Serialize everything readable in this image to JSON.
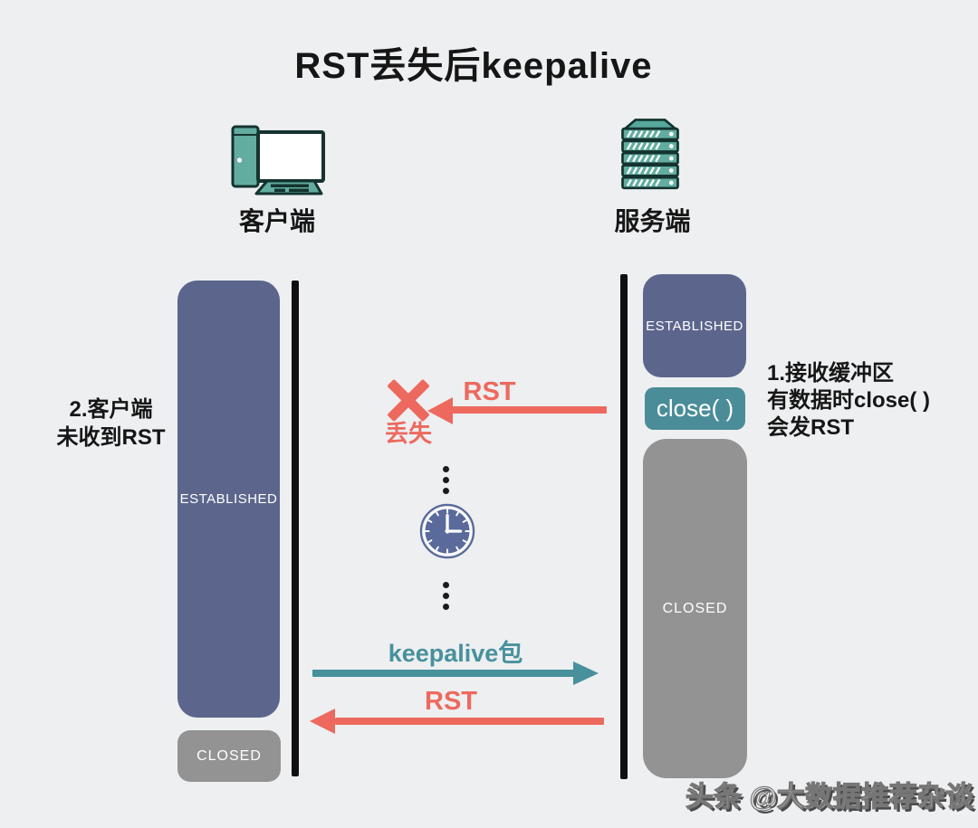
{
  "title": "RST丢失后keepalive",
  "client": {
    "label": "客户端",
    "icon": "desktop-computer-icon",
    "note": {
      "line1": "2.客户端",
      "line2": "未收到RST"
    },
    "states": {
      "established": "ESTABLISHED",
      "closed": "CLOSED"
    }
  },
  "server": {
    "label": "服务端",
    "icon": "server-rack-icon",
    "note": {
      "line1": "1.接收缓冲区",
      "line2": "有数据时close( )",
      "line3": "会发RST"
    },
    "states": {
      "established": "ESTABLISHED",
      "close_call": "close( )",
      "closed": "CLOSED"
    }
  },
  "messages": {
    "rst_lost": {
      "label": "RST",
      "lost_text": "丢失"
    },
    "keepalive": {
      "label": "keepalive包"
    },
    "rst_reply": {
      "label": "RST"
    }
  },
  "timer": {
    "icon": "clock-icon"
  },
  "watermark": "头条 @大数据推荐杂谈",
  "colors": {
    "background": "#edeff1",
    "state_established": "#5c668c",
    "state_closed": "#939393",
    "close_call": "#4a8d99",
    "arrow_red": "#ed695e",
    "arrow_teal": "#47909c",
    "lifeline": "#101010",
    "icon_fill": "#62ada0",
    "icon_outline": "#14332f",
    "clock": "#5a6a9b"
  }
}
